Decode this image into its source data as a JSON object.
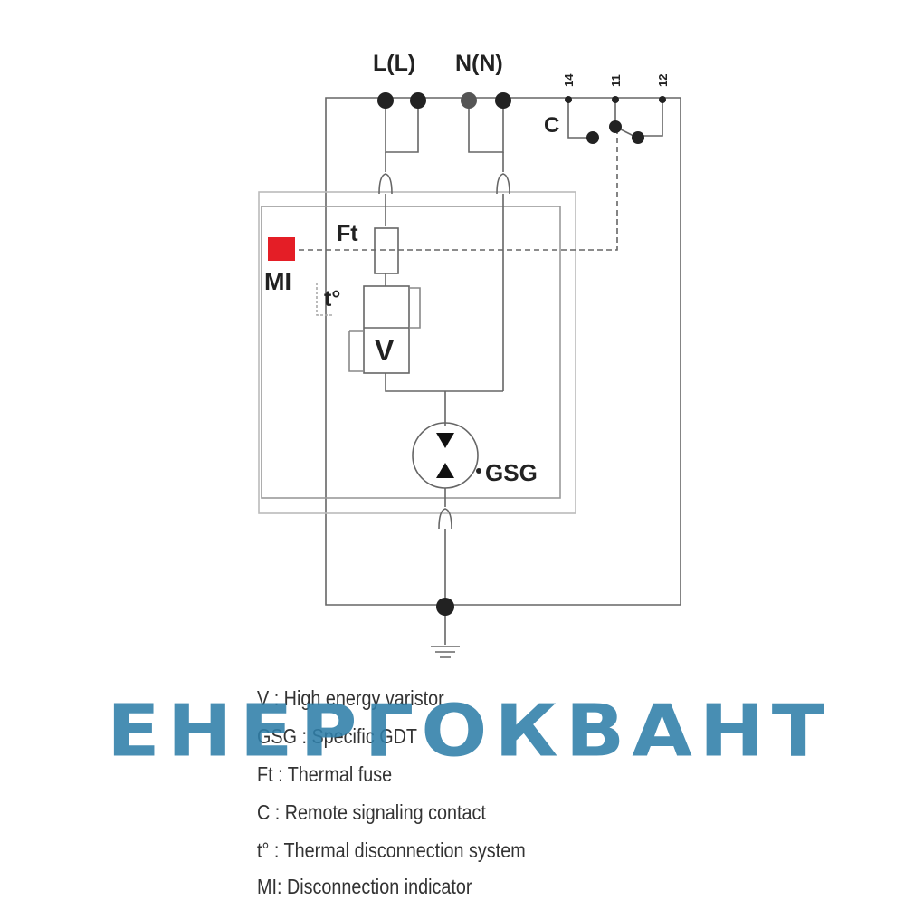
{
  "diagram": {
    "terminals": {
      "line": "L(L)",
      "neutral": "N(N)"
    },
    "contact_pins": [
      "14",
      "11",
      "12"
    ],
    "labels": {
      "contact": "C",
      "thermal_fuse": "Ft",
      "indicator": "MI",
      "thermal_system": "t°",
      "varistor": "V",
      "gdt": "GSG"
    },
    "colors": {
      "line": "#555555",
      "dot": "#222222",
      "indicator": "#e41e26"
    }
  },
  "legend": [
    "V : High energy varistor",
    "GSG : Specific GDT",
    "Ft : Thermal fuse",
    "C : Remote signaling contact",
    "t° : Thermal disconnection system",
    "MI: Disconnection indicator"
  ],
  "watermark": {
    "text": "ЕНЕРГОКВАНТ",
    "color": "#2f7fa9"
  }
}
